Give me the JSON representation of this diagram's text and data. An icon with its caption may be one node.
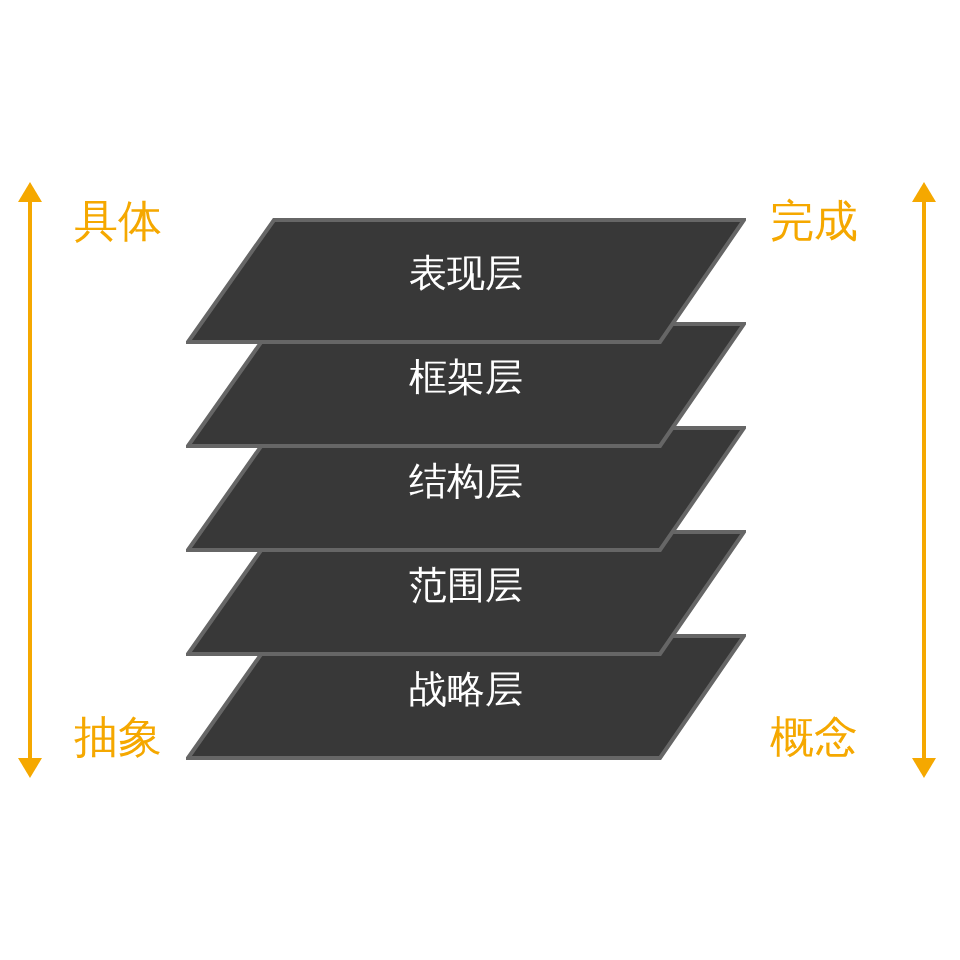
{
  "diagram": {
    "nodes": [
      {
        "text": [
          "表现层"
        ]
      },
      {
        "text": [
          "框架层"
        ]
      },
      {
        "text": [
          "结构层"
        ]
      },
      {
        "text": [
          "范围层"
        ]
      },
      {
        "text": [
          "战略层"
        ]
      }
    ],
    "labels": [
      "具体",
      "完成",
      "抽象",
      "概念"
    ]
  }
}
